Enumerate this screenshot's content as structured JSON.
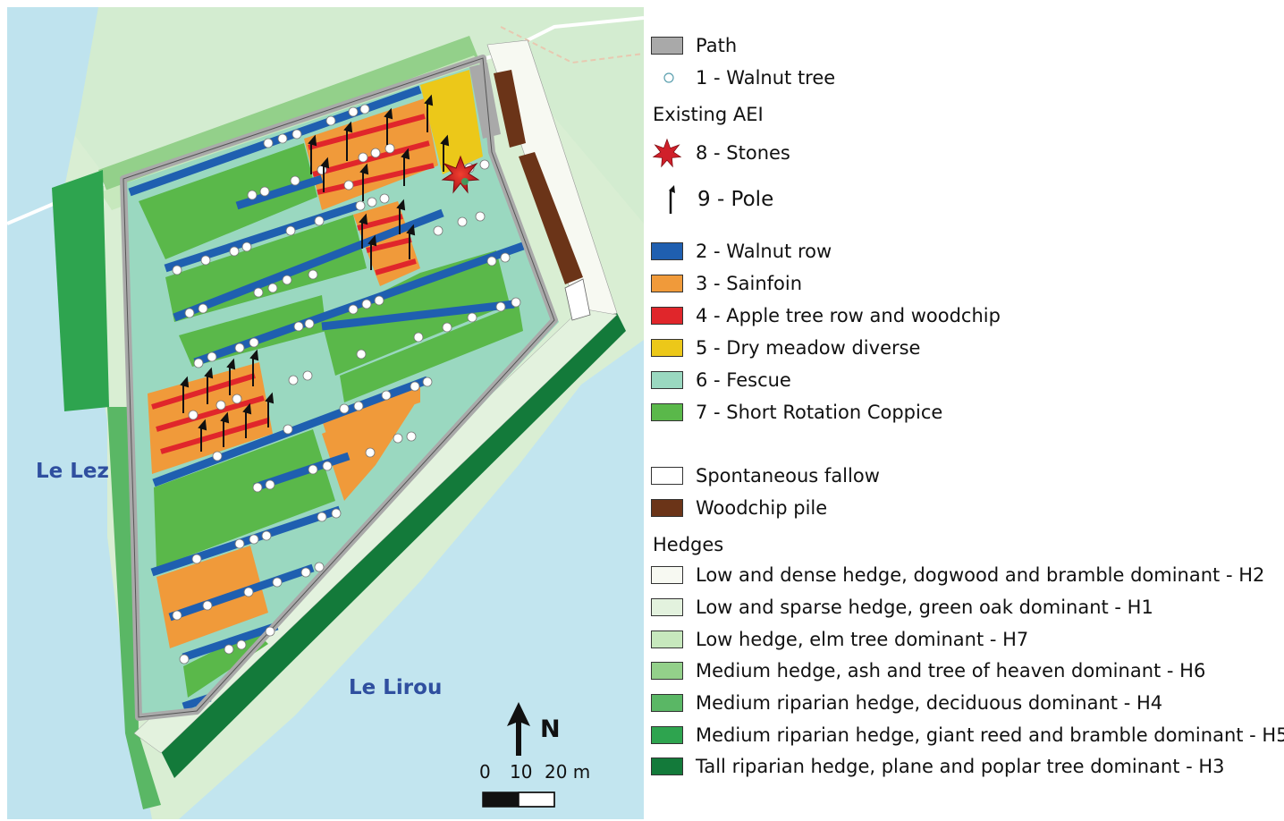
{
  "map": {
    "labels": {
      "river_west": "Le Lez",
      "river_south": "Le Lirou",
      "north": "N",
      "scale_0": "0",
      "scale_10": "10",
      "scale_20": "20 m"
    },
    "colors": {
      "path": "#a9a9a9",
      "walnut_row": "#1f5fb0",
      "sainfoin": "#f09a3a",
      "apple_row": "#e0262b",
      "dry_meadow": "#ecc819",
      "fescue": "#9ad8c0",
      "src": "#5ab84a",
      "fallow": "#ffffff",
      "woodchip": "#6b3418",
      "h2": "#f7f9f2",
      "h1": "#e3f2de",
      "h7": "#c7e8bd",
      "h6": "#93d08a",
      "h4": "#5ab765",
      "h5": "#2ea44f",
      "h3": "#137a3a",
      "river": "#bfe3ee",
      "basemap": "#d9eed3"
    }
  },
  "legend": {
    "items_top": [
      {
        "kind": "swatch",
        "color": "#a9a9a9",
        "label": "Path"
      },
      {
        "kind": "walnut-tree",
        "label": "1 - Walnut tree"
      }
    ],
    "heading_aei": "Existing AEI",
    "items_aei": [
      {
        "kind": "star",
        "label": "8 - Stones"
      },
      {
        "kind": "pole",
        "label": "9 - Pole"
      }
    ],
    "items_zones": [
      {
        "color": "#1f5fb0",
        "label": "2 - Walnut row"
      },
      {
        "color": "#f09a3a",
        "label": "3 - Sainfoin"
      },
      {
        "color": "#e0262b",
        "label": "4 - Apple tree row and woodchip"
      },
      {
        "color": "#ecc819",
        "label": "5 - Dry meadow diverse"
      },
      {
        "color": "#9ad8c0",
        "label": "6 - Fescue"
      },
      {
        "color": "#5ab84a",
        "label": "7 - Short Rotation Coppice"
      }
    ],
    "items_other": [
      {
        "color": "#ffffff",
        "label": "Spontaneous fallow"
      },
      {
        "color": "#6b3418",
        "label": "Woodchip pile"
      }
    ],
    "heading_hedges": "Hedges",
    "items_hedges": [
      {
        "color": "#f7f9f2",
        "label": "Low and dense hedge, dogwood and bramble dominant - H2"
      },
      {
        "color": "#e3f2de",
        "label": "Low and sparse hedge, green oak dominant - H1"
      },
      {
        "color": "#c7e8bd",
        "label": "Low hedge, elm tree dominant - H7"
      },
      {
        "color": "#93d08a",
        "label": "Medium hedge, ash and tree of heaven dominant - H6"
      },
      {
        "color": "#5ab765",
        "label": "Medium riparian hedge, deciduous dominant - H4"
      },
      {
        "color": "#2ea44f",
        "label": "Medium riparian hedge, giant reed and bramble dominant - H5"
      },
      {
        "color": "#137a3a",
        "label": "Tall riparian hedge, plane and poplar tree dominant - H3"
      }
    ]
  }
}
